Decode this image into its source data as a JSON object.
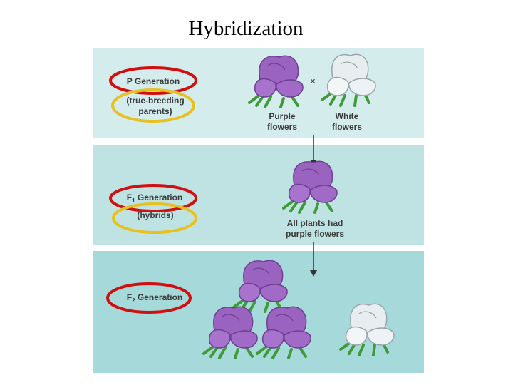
{
  "slide": {
    "title": "Hybridization"
  },
  "diagram": {
    "p_generation": {
      "label": "P Generation",
      "note": "(true-breeding parents)",
      "cross_symbol": "×"
    },
    "parents": {
      "purple_label": "Purple flowers",
      "white_label": "White flowers"
    },
    "f1_generation": {
      "label_main": "F",
      "label_sub": "1",
      "label_rest": " Generation",
      "note": "(hybrids)",
      "result": "All plants had purple flowers"
    },
    "f2_generation": {
      "label_main": "F",
      "label_sub": "2",
      "label_rest": " Generation"
    }
  },
  "colors": {
    "band_p": "#d4ecec",
    "band_f1": "#bfe3e3",
    "band_f2": "#a6d9d9",
    "highlight_red": "#d01010",
    "highlight_yellow": "#e8c020",
    "flower_purple": "#9b63c0",
    "flower_white": "#e8eef0",
    "leaf_green": "#3f9a3a"
  }
}
